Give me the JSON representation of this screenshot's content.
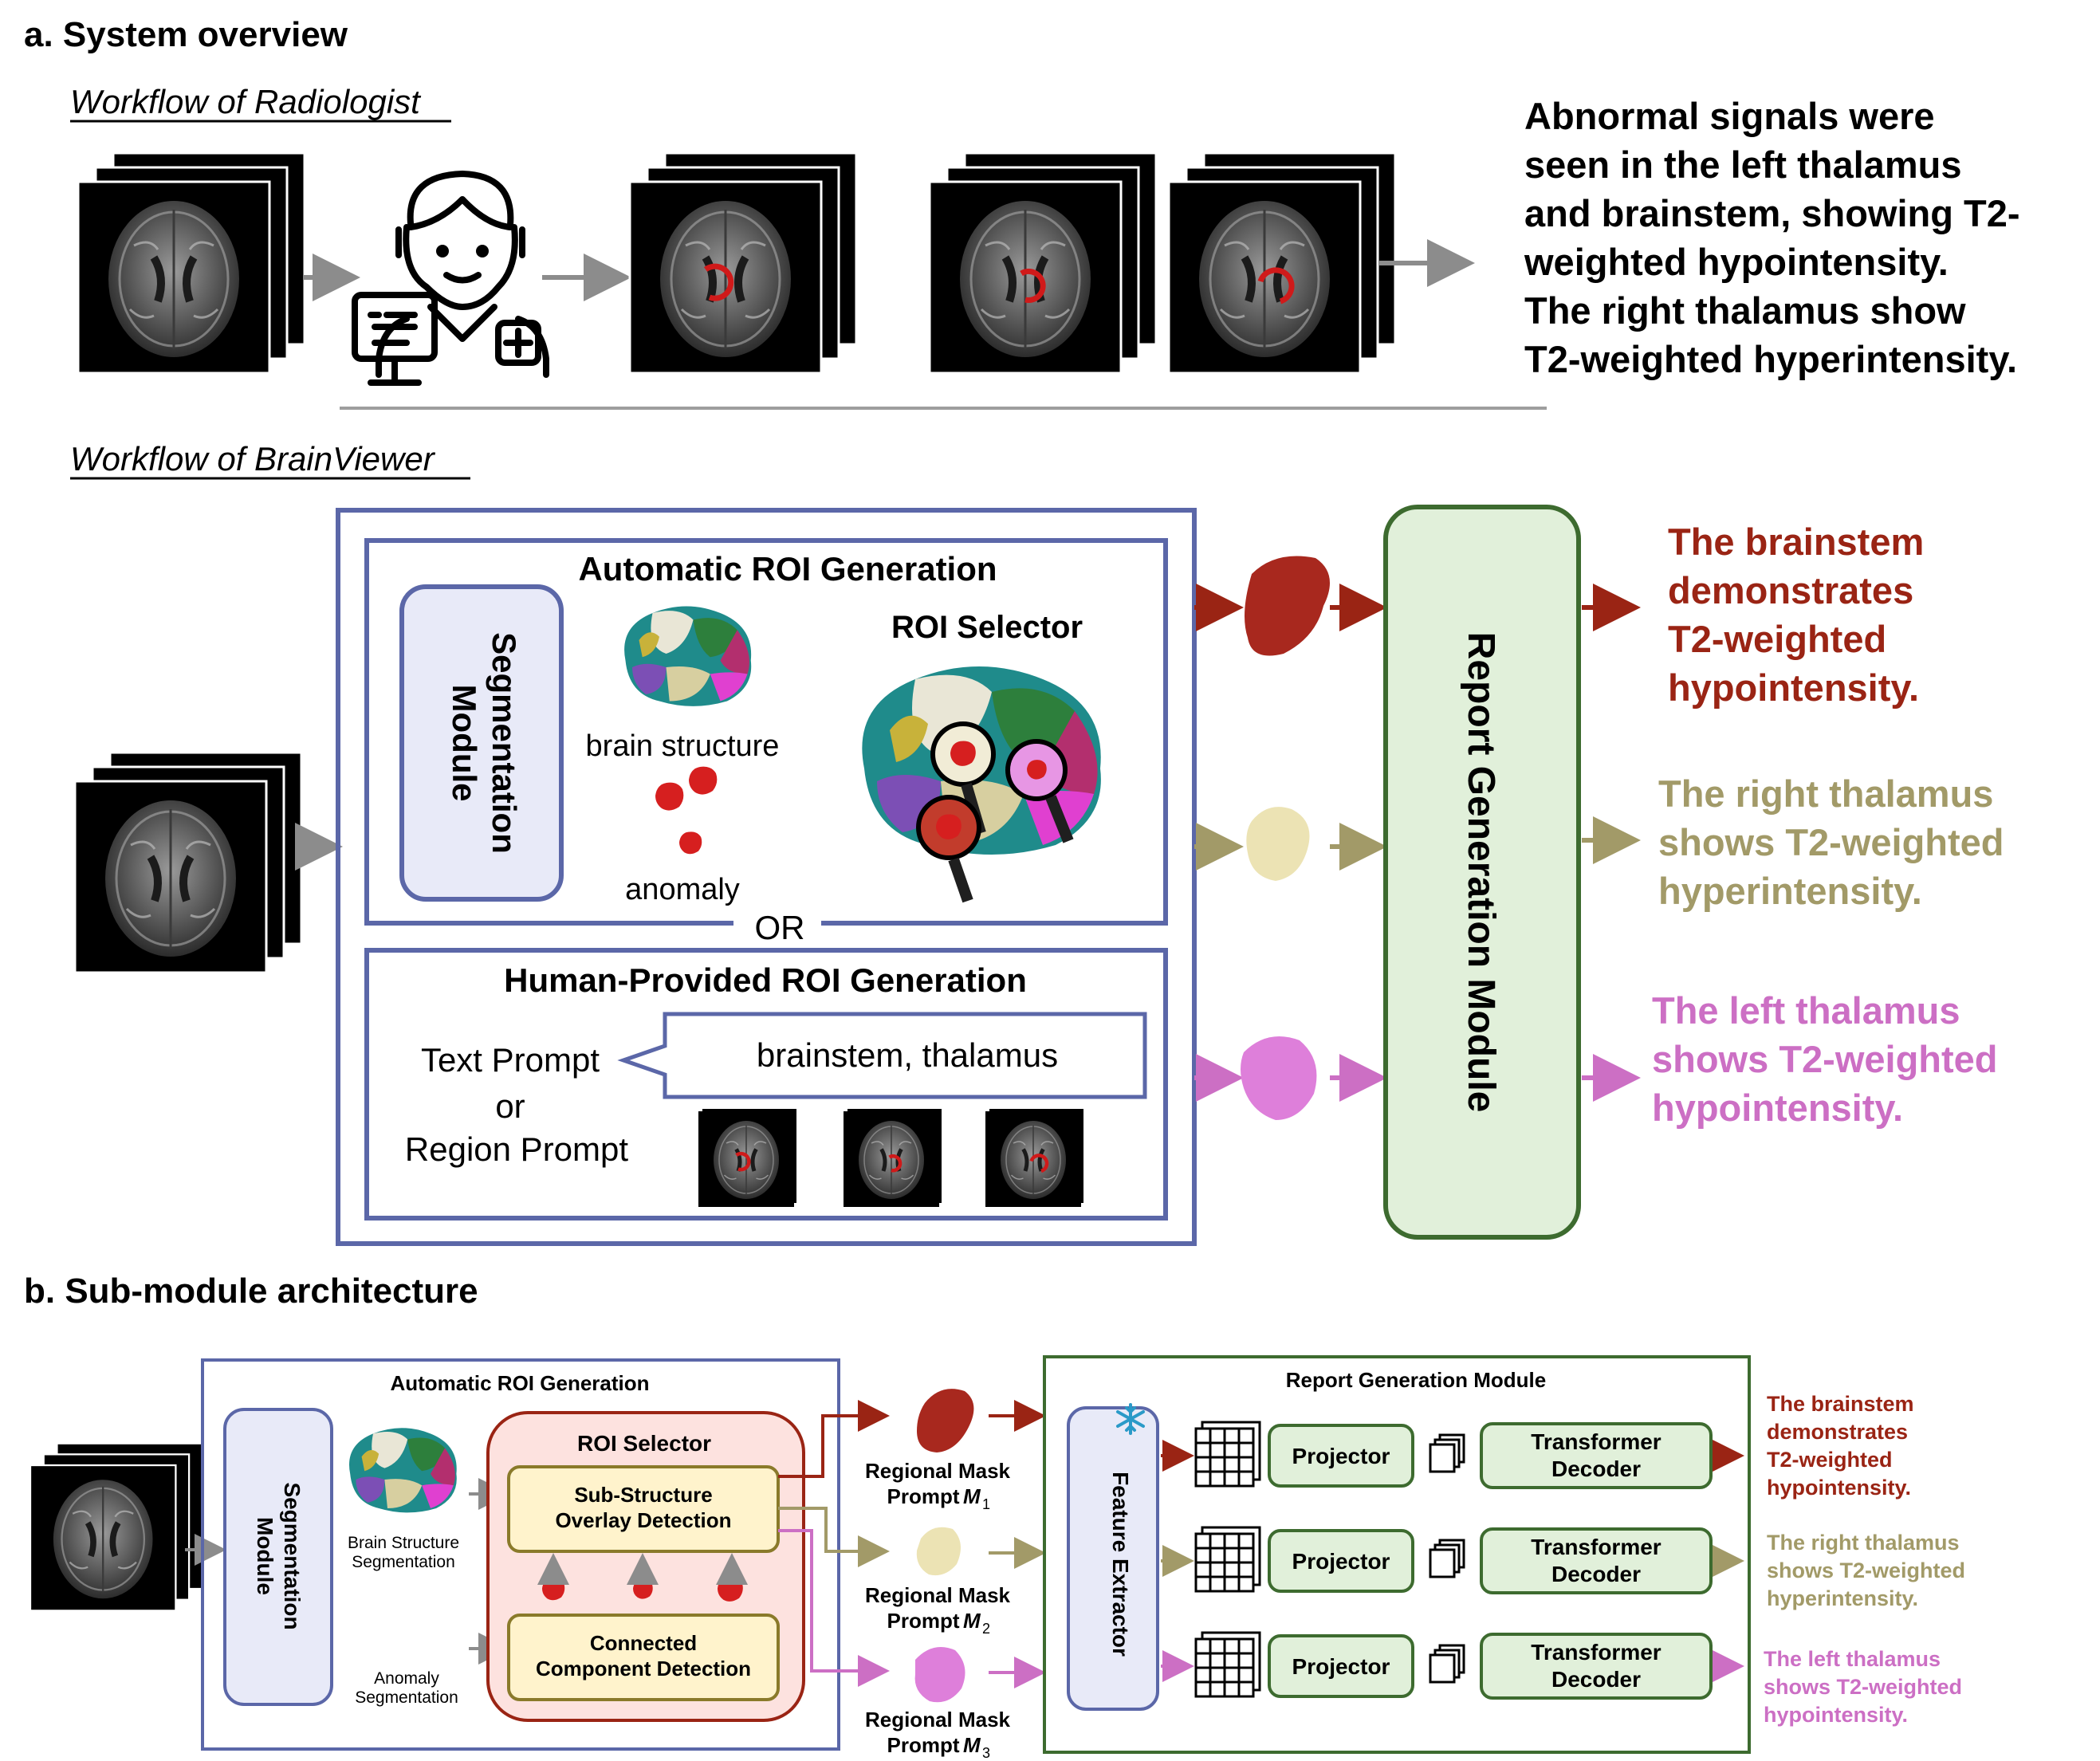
{
  "colors": {
    "dark_red": "#9a2414",
    "olive": "#a29a68",
    "pink": "#cc6fc4",
    "blue_border": "#5b67a8",
    "light_blue_fill": "#e8eaf8",
    "green_border": "#3d6b2f",
    "light_green_fill": "#e1f0da",
    "light_pink_fill": "#fde2df",
    "light_yellow_fill": "#fff3cc",
    "gray_arrow": "#8c8c8c"
  },
  "part_a": {
    "title": "a. System overview",
    "radiologist": {
      "heading": "Workflow of Radiologist",
      "report_lines": [
        "Abnormal signals were",
        "seen in the left thalamus",
        "and brainstem, showing T2-",
        "weighted hypointensity.",
        "The right thalamus show",
        "T2-weighted hyperintensity."
      ],
      "icons": [
        "mri-stack-icon",
        "radiologist-icon"
      ]
    },
    "brainviewer": {
      "heading": "Workflow of BrainViewer",
      "auto_roi_title": "Automatic ROI Generation",
      "segmentation_line1": "Segmentation",
      "segmentation_line2": "Module",
      "brain_structure_label": "brain structure",
      "anomaly_label": "anomaly",
      "roi_selector_label": "ROI Selector",
      "or_label": "OR",
      "human_roi_title": "Human-Provided ROI Generation",
      "text_prompt_label": "Text Prompt",
      "or_small": "or",
      "region_prompt_label": "Region Prompt",
      "text_prompt_value": "brainstem, thalamus",
      "report_module_label": "Report Generation Module",
      "outputs": [
        {
          "lines": [
            "The brainstem",
            "demonstrates",
            "T2-weighted",
            "hypointensity."
          ],
          "color": "#9a2414"
        },
        {
          "lines": [
            "The right thalamus",
            "shows T2-weighted",
            "hyperintensity."
          ],
          "color": "#a29a68"
        },
        {
          "lines": [
            "The left thalamus",
            "shows T2-weighted",
            "hypointensity."
          ],
          "color": "#cc6fc4"
        }
      ]
    }
  },
  "part_b": {
    "title": "b. Sub-module architecture",
    "auto_roi_title": "Automatic ROI Generation",
    "segmentation_line1": "Segmentation",
    "segmentation_line2": "Module",
    "brain_structure_line1": "Brain Structure",
    "brain_structure_line2": "Segmentation",
    "anomaly_line1": "Anomaly",
    "anomaly_line2": "Segmentation",
    "roi_selector_title": "ROI Selector",
    "overlay_line1": "Sub-Structure",
    "overlay_line2": "Overlay Detection",
    "connected_line1": "Connected",
    "connected_line2": "Component Detection",
    "mask_prompts": [
      {
        "line1": "Regional Mask",
        "line2": "Prompt",
        "symbol": "M",
        "sub": "1"
      },
      {
        "line1": "Regional Mask",
        "line2": "Prompt",
        "symbol": "M",
        "sub": "2"
      },
      {
        "line1": "Regional Mask",
        "line2": "Prompt",
        "symbol": "M",
        "sub": "3"
      }
    ],
    "report_module_title": "Report Generation Module",
    "feature_extractor_label": "Feature Extractor",
    "projector_label": "Projector",
    "decoder_line1": "Transformer",
    "decoder_line2": "Decoder",
    "outputs": [
      {
        "lines": [
          "The brainstem",
          "demonstrates",
          "T2-weighted",
          "hypointensity."
        ],
        "color": "#9a2414"
      },
      {
        "lines": [
          "The right thalamus",
          "shows T2-weighted",
          "hyperintensity."
        ],
        "color": "#a29a68"
      },
      {
        "lines": [
          "The left thalamus",
          "shows T2-weighted",
          "hypointensity."
        ],
        "color": "#cc6fc4"
      }
    ],
    "icons": [
      "snowflake-icon",
      "grid-icon",
      "stack-icon"
    ]
  }
}
